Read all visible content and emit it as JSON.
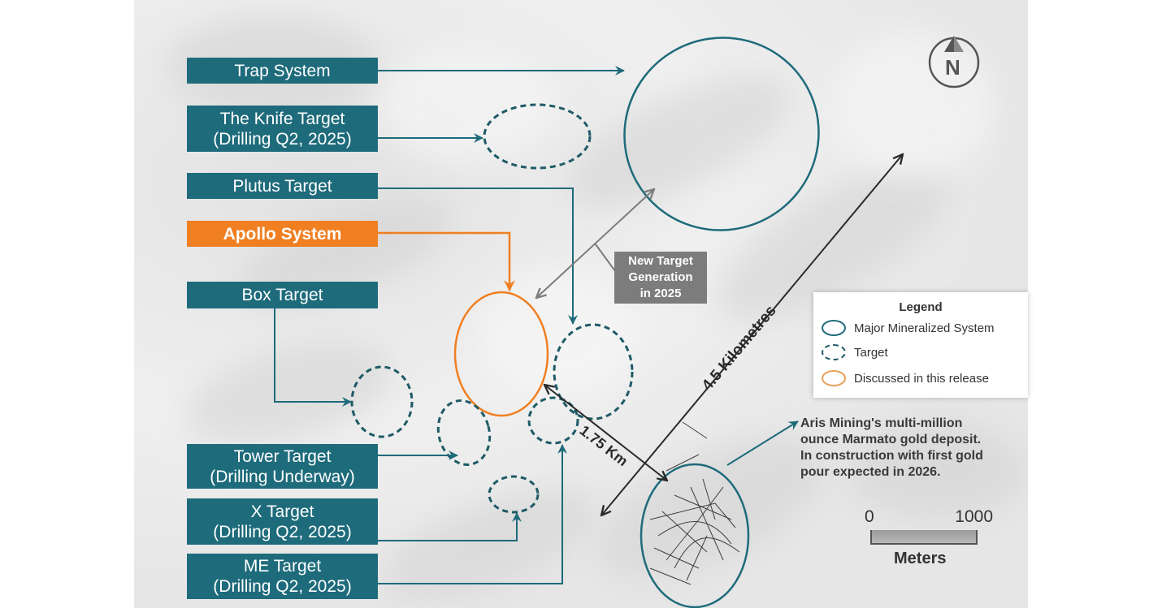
{
  "colors": {
    "teal": "#1e6b7b",
    "orange": "#f07f22",
    "gray_box": "#7c7c7c",
    "dark_line": "#2a2a2a",
    "background": "#ececec"
  },
  "labels": [
    {
      "id": "trap",
      "line1": "Trap System",
      "line2": "",
      "style": "teal"
    },
    {
      "id": "knife",
      "line1": "The Knife Target",
      "line2": "(Drilling Q2, 2025)",
      "style": "teal"
    },
    {
      "id": "plutus",
      "line1": "Plutus Target",
      "line2": "",
      "style": "teal"
    },
    {
      "id": "apollo",
      "line1": "Apollo System",
      "line2": "",
      "style": "orange"
    },
    {
      "id": "box",
      "line1": "Box Target",
      "line2": "",
      "style": "teal"
    },
    {
      "id": "tower",
      "line1": "Tower Target",
      "line2": "(Drilling Underway)",
      "style": "teal"
    },
    {
      "id": "x",
      "line1": "X Target",
      "line2": "(Drilling Q2, 2025)",
      "style": "teal"
    },
    {
      "id": "me",
      "line1": "ME Target",
      "line2": "(Drilling Q2, 2025)",
      "style": "teal"
    }
  ],
  "new_target": {
    "line1": "New Target",
    "line2": "Generation",
    "line3": "in 2025"
  },
  "distances": {
    "long": "4.5 Kilometres",
    "short": "1.75 Km"
  },
  "legend": {
    "title": "Legend",
    "items": [
      {
        "label": "Major Mineralized System",
        "symbol": "solid-teal-ellipse"
      },
      {
        "label": "Target",
        "symbol": "dashed-teal-ellipse"
      },
      {
        "label": "Discussed in this release",
        "symbol": "solid-orange-ellipse"
      }
    ]
  },
  "deposit_note": {
    "line1": "Aris Mining's multi-million",
    "line2": "ounce Marmato gold deposit.",
    "line3": "In construction with first gold",
    "line4": "pour expected in 2026."
  },
  "scale_bar": {
    "min": "0",
    "max": "1000",
    "unit": "Meters"
  },
  "north_arrow": {
    "letter": "N",
    "icon": "north-arrow-icon"
  }
}
